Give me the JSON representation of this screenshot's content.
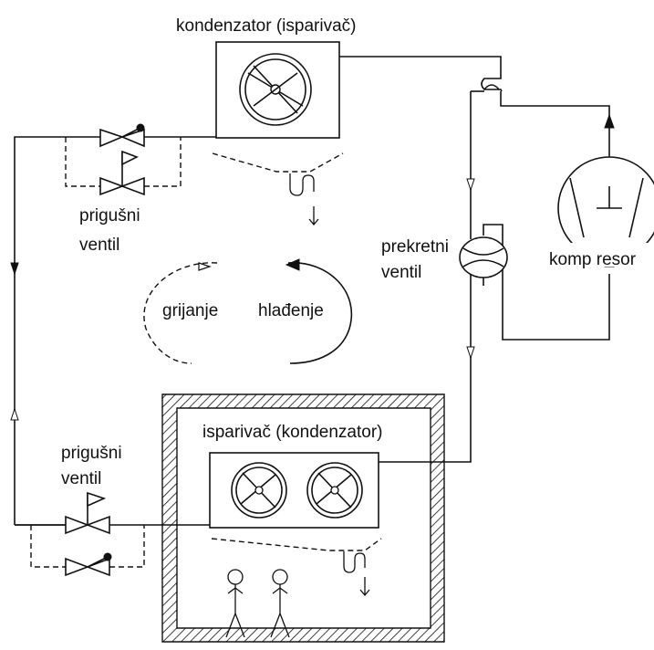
{
  "labels": {
    "condenser_top": "kondenzator (isparivač)",
    "throttle_top_line1": "prigušni",
    "throttle_top_line2": "ventil",
    "heating": "grijanje",
    "cooling": "hlađenje",
    "reversing_valve_line1": "prekretni",
    "reversing_valve_line2": "ventil",
    "compressor": "komp resor",
    "evaporator_indoor": "isparivač (kondenzator)",
    "throttle_bottom_line1": "prigušni",
    "throttle_bottom_line2": "ventil"
  },
  "colors": {
    "line": "#111111",
    "background": "#ffffff"
  },
  "icons": [
    "fan-icon",
    "check-valve-icon",
    "expansion-valve-icon",
    "four-way-valve-icon",
    "compressor-icon",
    "drain-trap-icon",
    "person-icon"
  ]
}
